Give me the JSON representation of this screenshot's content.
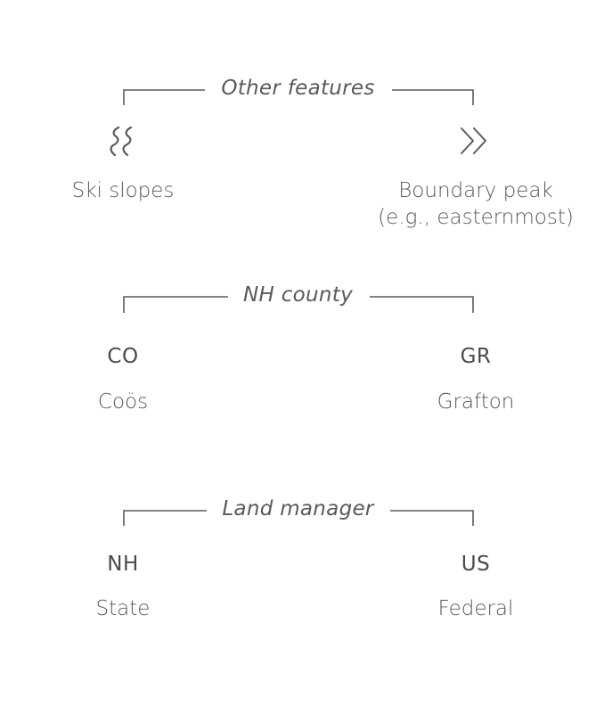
{
  "groups": {
    "other": {
      "title": "Other features",
      "left": {
        "icon": "ski-slopes-icon",
        "label": "Ski slopes"
      },
      "right": {
        "icon": "boundary-peak-icon",
        "label_line1": "Boundary peak",
        "label_line2": "(e.g., easternmost)"
      }
    },
    "county": {
      "title": "NH county",
      "left": {
        "code": "CO",
        "label": "Coös"
      },
      "right": {
        "code": "GR",
        "label": "Grafton"
      }
    },
    "manager": {
      "title": "Land manager",
      "left": {
        "code": "NH",
        "label": "State"
      },
      "right": {
        "code": "US",
        "label": "Federal"
      }
    }
  },
  "colors": {
    "stroke": "#5a5a5a",
    "text": "#5a5a5a"
  }
}
